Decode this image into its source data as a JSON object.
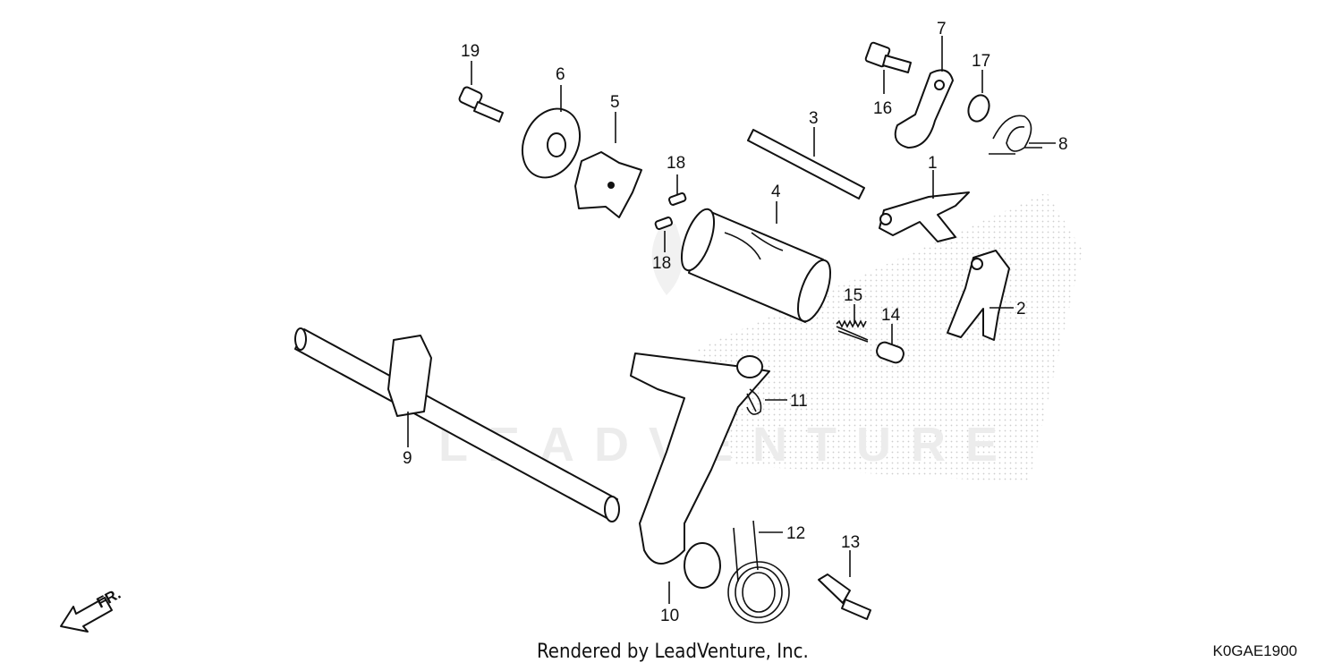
{
  "footer": {
    "credit": "Rendered by LeadVenture, Inc.",
    "diagram_code": "K0GAE1900"
  },
  "watermark": "LEADVENTURE",
  "direction_arrow": {
    "label": "FR."
  },
  "callouts": [
    "1",
    "2",
    "3",
    "4",
    "5",
    "6",
    "7",
    "8",
    "9",
    "10",
    "11",
    "12",
    "13",
    "14",
    "15",
    "16",
    "17",
    "18",
    "18",
    "19"
  ]
}
